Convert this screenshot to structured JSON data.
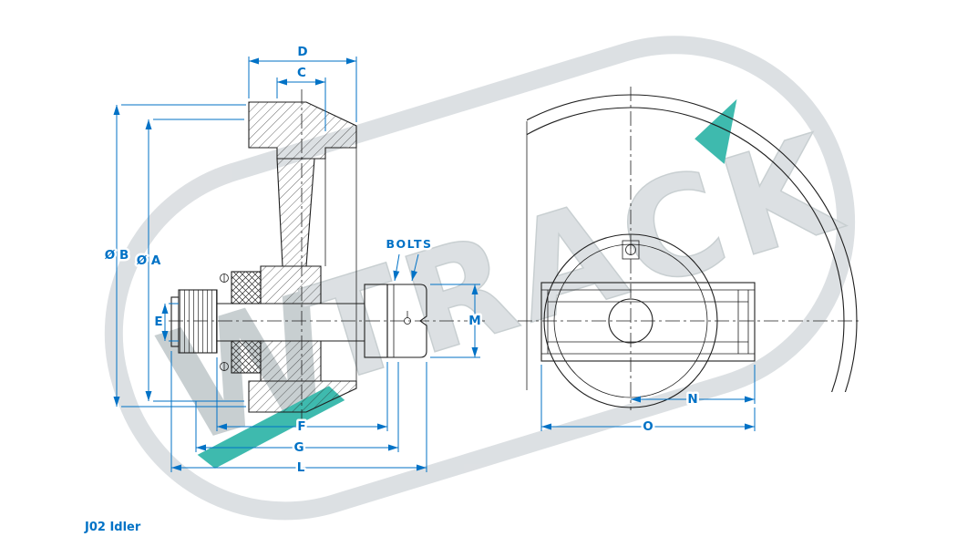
{
  "caption": "J02 Idler",
  "watermark": {
    "prefix": "W",
    "brand": "TRACK"
  },
  "dimension_labels": {
    "d": "D",
    "c": "C",
    "dia_b": "Ø B",
    "dia_a": "Ø A",
    "e": "E",
    "bolts": "BOLTS",
    "m": "M",
    "f": "F",
    "g": "G",
    "l": "L",
    "n": "N",
    "o": "O"
  },
  "colors": {
    "dimension-blue": "#0072c6",
    "line-black": "#1f1f1f",
    "hatch": "#2a2a2a",
    "watermark-gray": "#d9dde0",
    "watermark-gray-dark": "#c3cacd",
    "watermark-teal": "#2ab3a6"
  }
}
